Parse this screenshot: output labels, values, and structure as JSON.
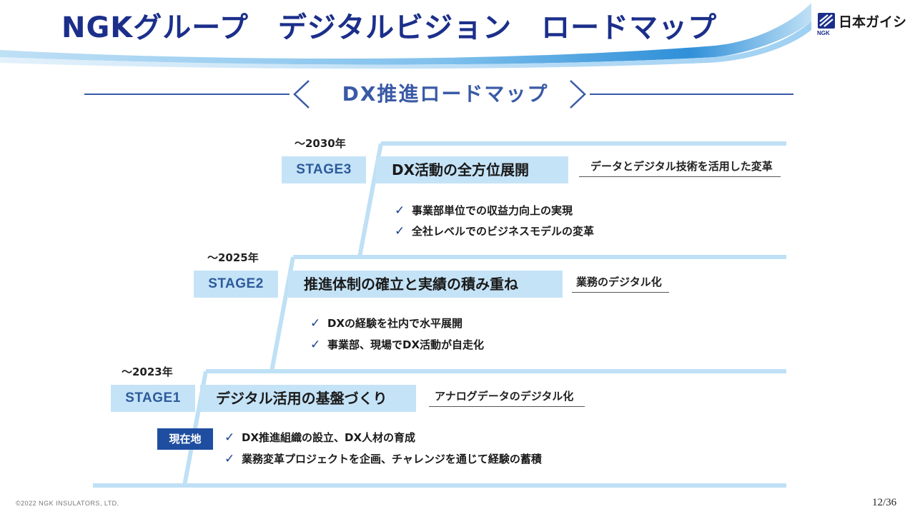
{
  "header": {
    "title": "NGKグループ　デジタルビジョン　ロードマップ",
    "logo_text": "日本ガイシ",
    "logo_sub": "NGK",
    "accent_color": "#1b2f8a",
    "swoosh_color": "#2f8fd8"
  },
  "section": {
    "heading": "DX推進ロードマップ"
  },
  "stages": [
    {
      "year": "～2030年",
      "label": "STAGE3",
      "title": "DX活動の全方位展開",
      "subtitle": "データとデジタル技術を活用した変革",
      "items": [
        "事業部単位での収益力向上の実現",
        "全社レベルでのビジネスモデルの変革"
      ]
    },
    {
      "year": "～2025年",
      "label": "STAGE2",
      "title": "推進体制の確立と実績の積み重ね",
      "subtitle": "業務のデジタル化",
      "items": [
        "DXの経験を社内で水平展開",
        "事業部、現場でDX活動が自走化"
      ]
    },
    {
      "year": "～2023年",
      "label": "STAGE1",
      "title": "デジタル活用の基盤づくり",
      "subtitle": "アナログデータのデジタル化",
      "items": [
        "DX推進組織の設立、DX人材の育成",
        "業務変革プロジェクトを企画、チャレンジを通じて経験の蓄積"
      ]
    }
  ],
  "current_position": "現在地",
  "icons": {
    "bullet": "checkmark-icon"
  },
  "colors": {
    "stage_fill": "#c5e3f7",
    "step_line": "#bfe0f5",
    "badge": "#1f4ea0"
  },
  "footer": {
    "copyright": "©2022  NGK INSULATORS, LTD.",
    "page": "12/36"
  }
}
